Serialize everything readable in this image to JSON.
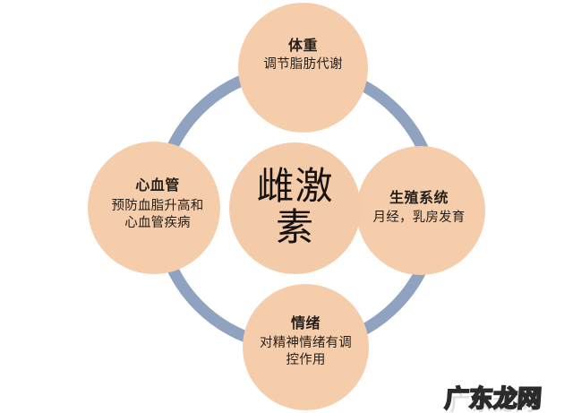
{
  "diagram": {
    "center": {
      "label": "雌激素",
      "icon": "center-circle"
    },
    "ring": {
      "color": "#8fa3c0",
      "icon": "ring-connector"
    },
    "background_color": "#ffffff",
    "node_fill_color": "#f6cdaa",
    "nodes": [
      {
        "position": "top",
        "title": "体重",
        "desc": "调节脂肪代谢"
      },
      {
        "position": "left",
        "title": "心血管",
        "desc": "预防血脂升高和心血管疾病"
      },
      {
        "position": "right",
        "title": "生殖系统",
        "desc": "月经，乳房发育"
      },
      {
        "position": "bottom",
        "title": "情绪",
        "desc": "对精神情绪有调控作用"
      }
    ]
  },
  "watermark": {
    "text": "广东龙网",
    "ghost_text": "广东龙网"
  }
}
